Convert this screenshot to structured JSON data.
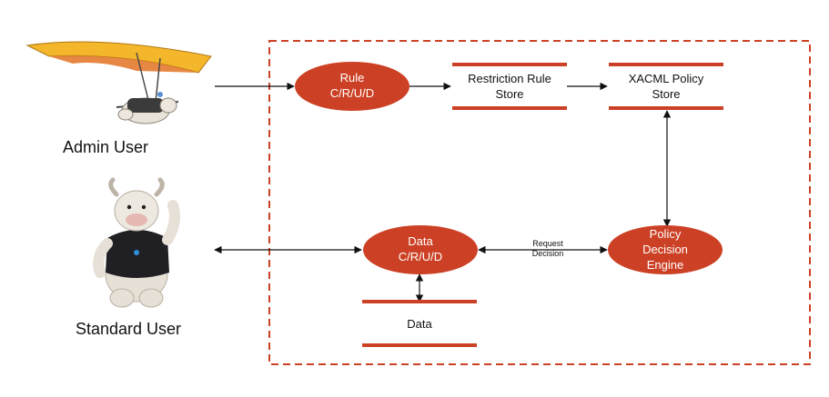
{
  "colors": {
    "accent": "#cc4125",
    "line": "#111111",
    "node_text": "#ffffff",
    "glider_wing": "#f4b62a",
    "mascot_fur": "#e6e0d6",
    "jacket": "#1f1f24"
  },
  "users": {
    "admin": {
      "label": "Admin User",
      "icon": "hang-glider-mascot-illustration"
    },
    "standard": {
      "label": "Standard User",
      "icon": "goat-mascot-illustration"
    }
  },
  "nodes": {
    "rule_crud": {
      "line1": "Rule",
      "line2": "C/R/U/D"
    },
    "data_crud": {
      "line1": "Data",
      "line2": "C/R/U/D"
    },
    "pde": {
      "line1": "Policy",
      "line2": "Decision",
      "line3": "Engine"
    }
  },
  "stores": {
    "restriction_rule": {
      "line1": "Restriction Rule",
      "line2": "Store"
    },
    "xacml_policy": {
      "line1": "XACML Policy",
      "line2": "Store"
    },
    "data": {
      "line1": "Data"
    }
  },
  "edge_labels": {
    "request": "Request",
    "decision": "Decision"
  }
}
